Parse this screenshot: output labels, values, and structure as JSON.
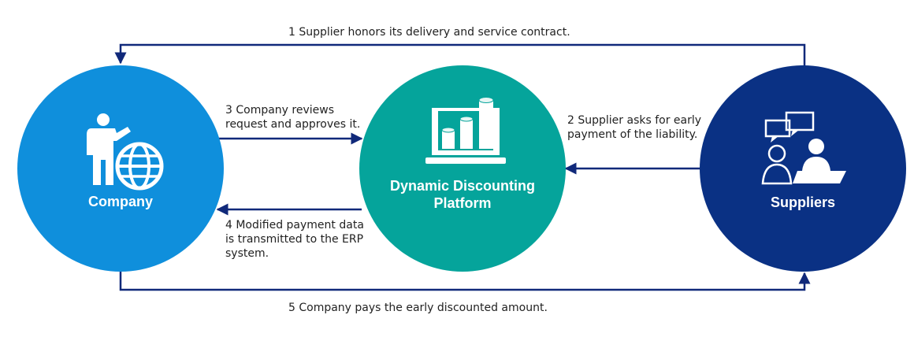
{
  "nodes": {
    "company": {
      "label": "Company",
      "color": "#0f8fdc",
      "icon": "presenter-globe-icon"
    },
    "platform": {
      "label": "Dynamic Discounting\nPlatform",
      "color": "#05a49b",
      "icon": "laptop-bar-chart-icon"
    },
    "suppliers": {
      "label": "Suppliers",
      "color": "#0a3184",
      "icon": "people-conversation-icon"
    }
  },
  "steps": {
    "s1": "1 Supplier honors its delivery and service contract.",
    "s2": "2 Supplier asks for early\npayment of the liability.",
    "s3": "3 Company reviews\nrequest and approves it.",
    "s4": "4 Modified payment data\nis transmitted to the ERP\nsystem.",
    "s5": "5 Company pays the early discounted amount."
  },
  "arrow_color": "#10297a"
}
